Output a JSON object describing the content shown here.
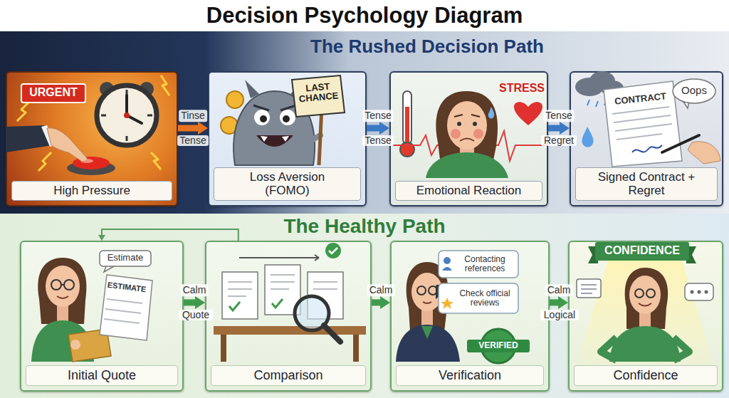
{
  "diagram": {
    "title": "Decision Psychology Diagram",
    "nodes": [
      {
        "text": [
          "The Rushed Decision Path"
        ]
      },
      {
        "text": [
          "High Pressure"
        ],
        "in": 0
      },
      {
        "text": [
          "Loss Aversion (FOMO)"
        ],
        "in": 0
      },
      {
        "text": [
          "Emotional Reaction"
        ],
        "in": 0
      },
      {
        "text": [
          "Signed Contract + Regret"
        ],
        "in": 0
      },
      {
        "text": [
          "The Healthy Path"
        ]
      },
      {
        "text": [
          "Initial Quote"
        ],
        "in": 5
      },
      {
        "text": [
          "Comparison"
        ],
        "in": 5
      },
      {
        "text": [
          "Verification"
        ],
        "in": 5
      },
      {
        "text": [
          "Confidence"
        ],
        "in": 5
      }
    ],
    "edges": [
      {
        "from": 1,
        "to": 2,
        "arrow": "to",
        "label": "Tinse"
      },
      {
        "from": 2,
        "to": 3,
        "arrow": "to",
        "label": "Tense"
      },
      {
        "from": 3,
        "to": 4,
        "arrow": "to",
        "label": "Tense"
      },
      {
        "from": 6,
        "to": 7,
        "arrow": "to",
        "label": "Calm"
      },
      {
        "from": 7,
        "to": 8,
        "arrow": "to",
        "label": "Calm"
      },
      {
        "from": 8,
        "to": 9,
        "arrow": "to",
        "label": "Calm"
      },
      {
        "from": 7,
        "to": 6,
        "arrow": "to"
      }
    ],
    "labels": [
      "URGENT",
      "LAST CHANCE",
      "STRESS",
      "CONTRACT",
      "Oops",
      "Tense",
      "Tense",
      "Regret",
      "Estimate",
      "ESTIMATE",
      "Contacting references",
      "Check official reviews",
      "VERIFIED",
      "CONFIDENCE",
      "Quote",
      "Logical"
    ]
  }
}
